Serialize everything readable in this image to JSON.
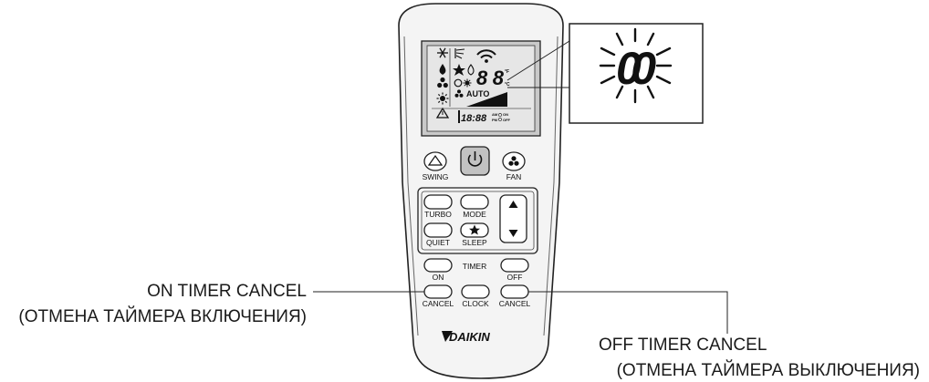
{
  "callouts": {
    "on_timer_cancel": {
      "line1": "ON TIMER CANCEL",
      "line2": "(ОТМЕНА ТАЙМЕРА ВКЛЮЧЕНИЯ)"
    },
    "off_timer_cancel": {
      "line1": "OFF TIMER CANCEL",
      "line2": "(ОТМЕНА ТАЙМЕРА ВЫКЛЮЧЕНИЯ)"
    }
  },
  "remote": {
    "brand": "DAIKIN",
    "lcd": {
      "temp_digits": "88",
      "auto_label": "AUTO",
      "clock_digits": "18:88",
      "am_label": "AM",
      "pm_label": "PM",
      "on_label": "ON",
      "off_label": "OFF",
      "celsius": "°C",
      "fahrenheit": "°F"
    },
    "buttons": {
      "swing": "SWING",
      "fan": "FAN",
      "turbo": "TURBO",
      "mode": "MODE",
      "quiet": "QUIET",
      "sleep": "SLEEP",
      "timer": "TIMER",
      "on": "ON",
      "off": "OFF",
      "cancel_left": "CANCEL",
      "clock": "CLOCK",
      "cancel_right": "CANCEL"
    }
  },
  "zoom": {
    "digits": "00"
  },
  "icons": {
    "power": "power-icon",
    "swing": "swing-icon",
    "fan": "fan-icon",
    "sleep": "star-icon",
    "up": "triangle-up-icon",
    "down": "triangle-down-icon",
    "logo": "daikin-logo-icon"
  }
}
